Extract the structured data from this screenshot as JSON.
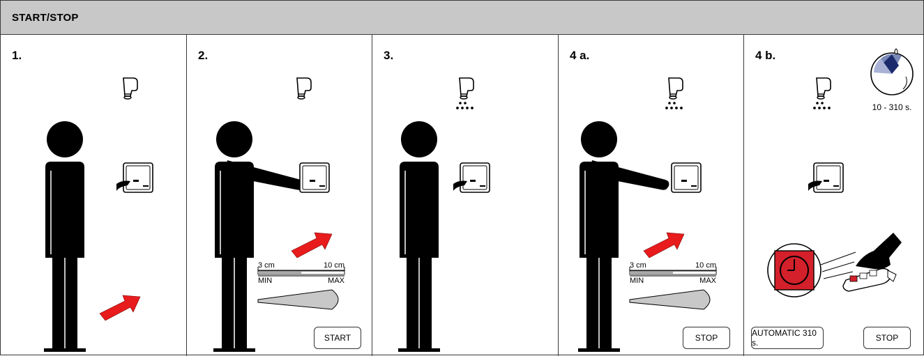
{
  "header": {
    "title": "START/STOP"
  },
  "panels": [
    {
      "label": "1."
    },
    {
      "label": "2.",
      "range_min": "3 cm",
      "range_max": "10 cm",
      "min_label": "MIN",
      "max_label": "MAX",
      "button": "START"
    },
    {
      "label": "3."
    },
    {
      "label": "4 a.",
      "range_min": "3 cm",
      "range_max": "10 cm",
      "min_label": "MIN",
      "max_label": "MAX",
      "button": "STOP"
    },
    {
      "label": "4 b.",
      "time": "10 - 310 s.",
      "button_auto": "AUTOMATIC 310 s.",
      "button": "STOP"
    }
  ],
  "icons": [
    "shower-head-icon",
    "water-drops-icon",
    "sensor-panel-icon",
    "red-arrow-icon",
    "person-icon",
    "timer-dial-icon",
    "clock-icon",
    "hand-remote-icon"
  ],
  "colors": {
    "arrow": "#e81c1c",
    "header_bg": "#c8c8c8",
    "clock_red": "#d3202a",
    "dial_wedge": "#7a88b8"
  }
}
